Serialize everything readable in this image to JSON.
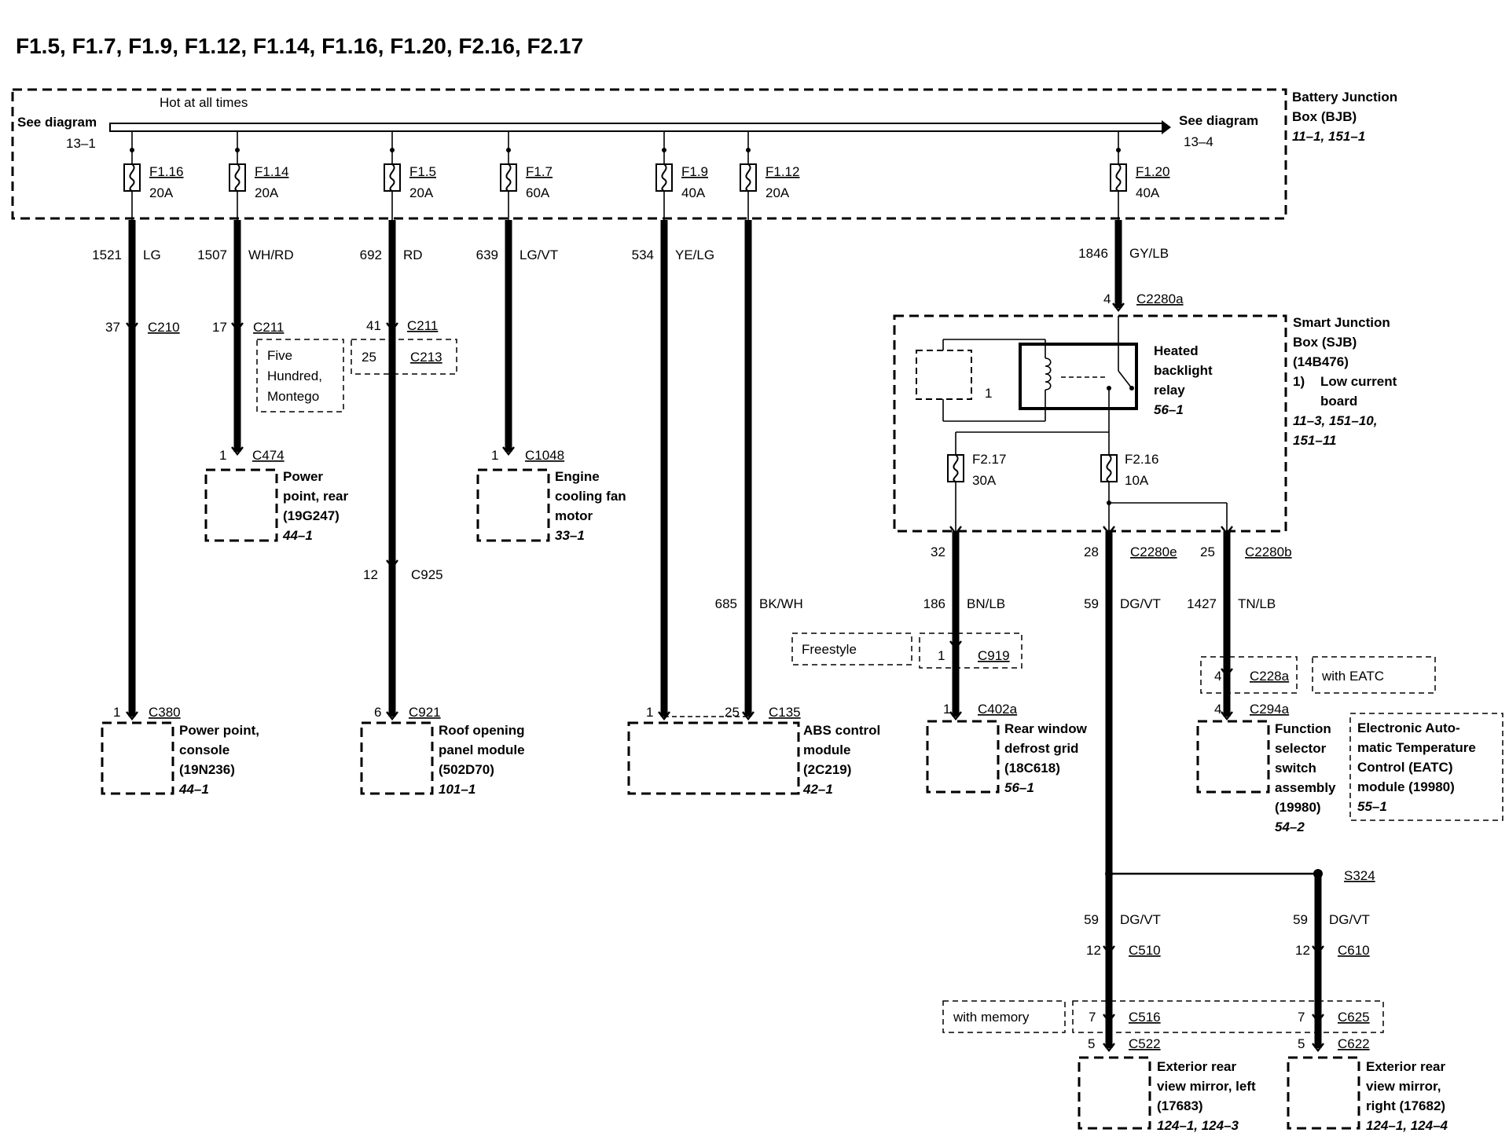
{
  "title": "F1.5, F1.7, F1.9, F1.12, F1.14, F1.16, F1.20, F2.16, F2.17",
  "bjb": {
    "hot_label": "Hot at all times",
    "see_left": "See diagram",
    "see_left_ref": "13–1",
    "see_right": "See diagram",
    "see_right_ref": "13–4",
    "name_1": "Battery Junction",
    "name_2": "Box (BJB)",
    "ref": "11–1, 151–1",
    "fuses": [
      {
        "id": "F1.16",
        "amp": "20A"
      },
      {
        "id": "F1.14",
        "amp": "20A"
      },
      {
        "id": "F1.5",
        "amp": "20A"
      },
      {
        "id": "F1.7",
        "amp": "60A"
      },
      {
        "id": "F1.9",
        "amp": "40A"
      },
      {
        "id": "F1.12",
        "amp": "20A"
      },
      {
        "id": "F1.20",
        "amp": "40A"
      }
    ]
  },
  "circuits": [
    {
      "num": "1521",
      "color": "LG"
    },
    {
      "num": "1507",
      "color": "WH/RD"
    },
    {
      "num": "692",
      "color": "RD"
    },
    {
      "num": "639",
      "color": "LG/VT"
    },
    {
      "num": "534",
      "color": "YE/LG"
    },
    {
      "num": "1846",
      "color": "GY/LB"
    },
    {
      "num": "685",
      "color": "BK/WH"
    },
    {
      "num": "186",
      "color": "BN/LB"
    },
    {
      "num": "59",
      "color": "DG/VT"
    },
    {
      "num": "1427",
      "color": "TN/LB"
    },
    {
      "num": "59",
      "color": "DG/VT"
    },
    {
      "num": "59",
      "color": "DG/VT"
    }
  ],
  "connectors": {
    "c210_pin": "37",
    "c210": "C210",
    "c211a_pin": "17",
    "c211a": "C211",
    "c211b_pin": "41",
    "c211b": "C211",
    "c213_pin": "25",
    "c213": "C213",
    "variant_five_1": "Five",
    "variant_five_2": "Hundred,",
    "variant_five_3": "Montego",
    "c474_pin": "1",
    "c474": "C474",
    "c1048_pin": "1",
    "c1048": "C1048",
    "c925_pin": "12",
    "c925": "C925",
    "c380_pin": "1",
    "c380": "C380",
    "c921_pin": "6",
    "c921": "C921",
    "c135_pin_a": "1",
    "c135_pin_b": "25",
    "c135": "C135",
    "c2280a_pin": "4",
    "c2280a": "C2280a",
    "c2280e_pin": "28",
    "c2280e": "C2280e",
    "c2280b_pin": "25",
    "c2280b": "C2280b",
    "c2280_pin_32": "32",
    "freestyle": "Freestyle",
    "c919_pin": "1",
    "c919": "C919",
    "c402a_pin": "1",
    "c402a": "C402a",
    "c228a_pin": "4",
    "c228a": "C228a",
    "with_eatc": "with EATC",
    "c294a_pin": "4",
    "c294a": "C294a",
    "s324": "S324",
    "c510_pin": "12",
    "c510": "C510",
    "c610_pin": "12",
    "c610": "C610",
    "with_memory": "with memory",
    "c516_pin": "7",
    "c516": "C516",
    "c625_pin": "7",
    "c625": "C625",
    "c522_pin": "5",
    "c522": "C522",
    "c622_pin": "5",
    "c622": "C622"
  },
  "sjb": {
    "name_1": "Smart Junction",
    "name_2": "Box (SJB)",
    "name_3": "(14B476)",
    "note_num": "1)",
    "note_1": "Low current",
    "note_2": "board",
    "ref_1": "11–3, 151–10,",
    "ref_2": "151–11",
    "board_label": "1",
    "relay_1": "Heated",
    "relay_2": "backlight",
    "relay_3": "relay",
    "relay_ref": "56–1",
    "fuse_a": "F2.17",
    "fuse_a_amp": "30A",
    "fuse_b": "F2.16",
    "fuse_b_amp": "10A"
  },
  "components": {
    "power_point_rear": {
      "l1": "Power",
      "l2": "point, rear",
      "l3": "(19G247)",
      "ref": "44–1"
    },
    "engine_fan": {
      "l1": "Engine",
      "l2": "cooling fan",
      "l3": "motor",
      "ref": "33–1"
    },
    "power_point_console": {
      "l1": "Power point,",
      "l2": "console",
      "l3": "(19N236)",
      "ref": "44–1"
    },
    "roof_panel": {
      "l1": "Roof opening",
      "l2": "panel module",
      "l3": "(502D70)",
      "ref": "101–1"
    },
    "abs": {
      "l1": "ABS control",
      "l2": "module",
      "l3": "(2C219)",
      "ref": "42–1"
    },
    "rear_defrost": {
      "l1": "Rear window",
      "l2": "defrost grid",
      "l3": "(18C618)",
      "ref": "56–1"
    },
    "function_selector": {
      "l1": "Function",
      "l2": "selector",
      "l3": "switch",
      "l4": "assembly",
      "l5": "(19980)",
      "ref": "54–2"
    },
    "eatc": {
      "l1": "Electronic Auto-",
      "l2": "matic Temperature",
      "l3": "Control (EATC)",
      "l4": "module (19980)",
      "ref": "55–1"
    },
    "mirror_left": {
      "l1": "Exterior rear",
      "l2": "view mirror, left",
      "l3": "(17683)",
      "ref": "124–1, 124–3"
    },
    "mirror_right": {
      "l1": "Exterior rear",
      "l2": "view mirror,",
      "l3": "right (17682)",
      "ref": "124–1, 124–4"
    }
  }
}
